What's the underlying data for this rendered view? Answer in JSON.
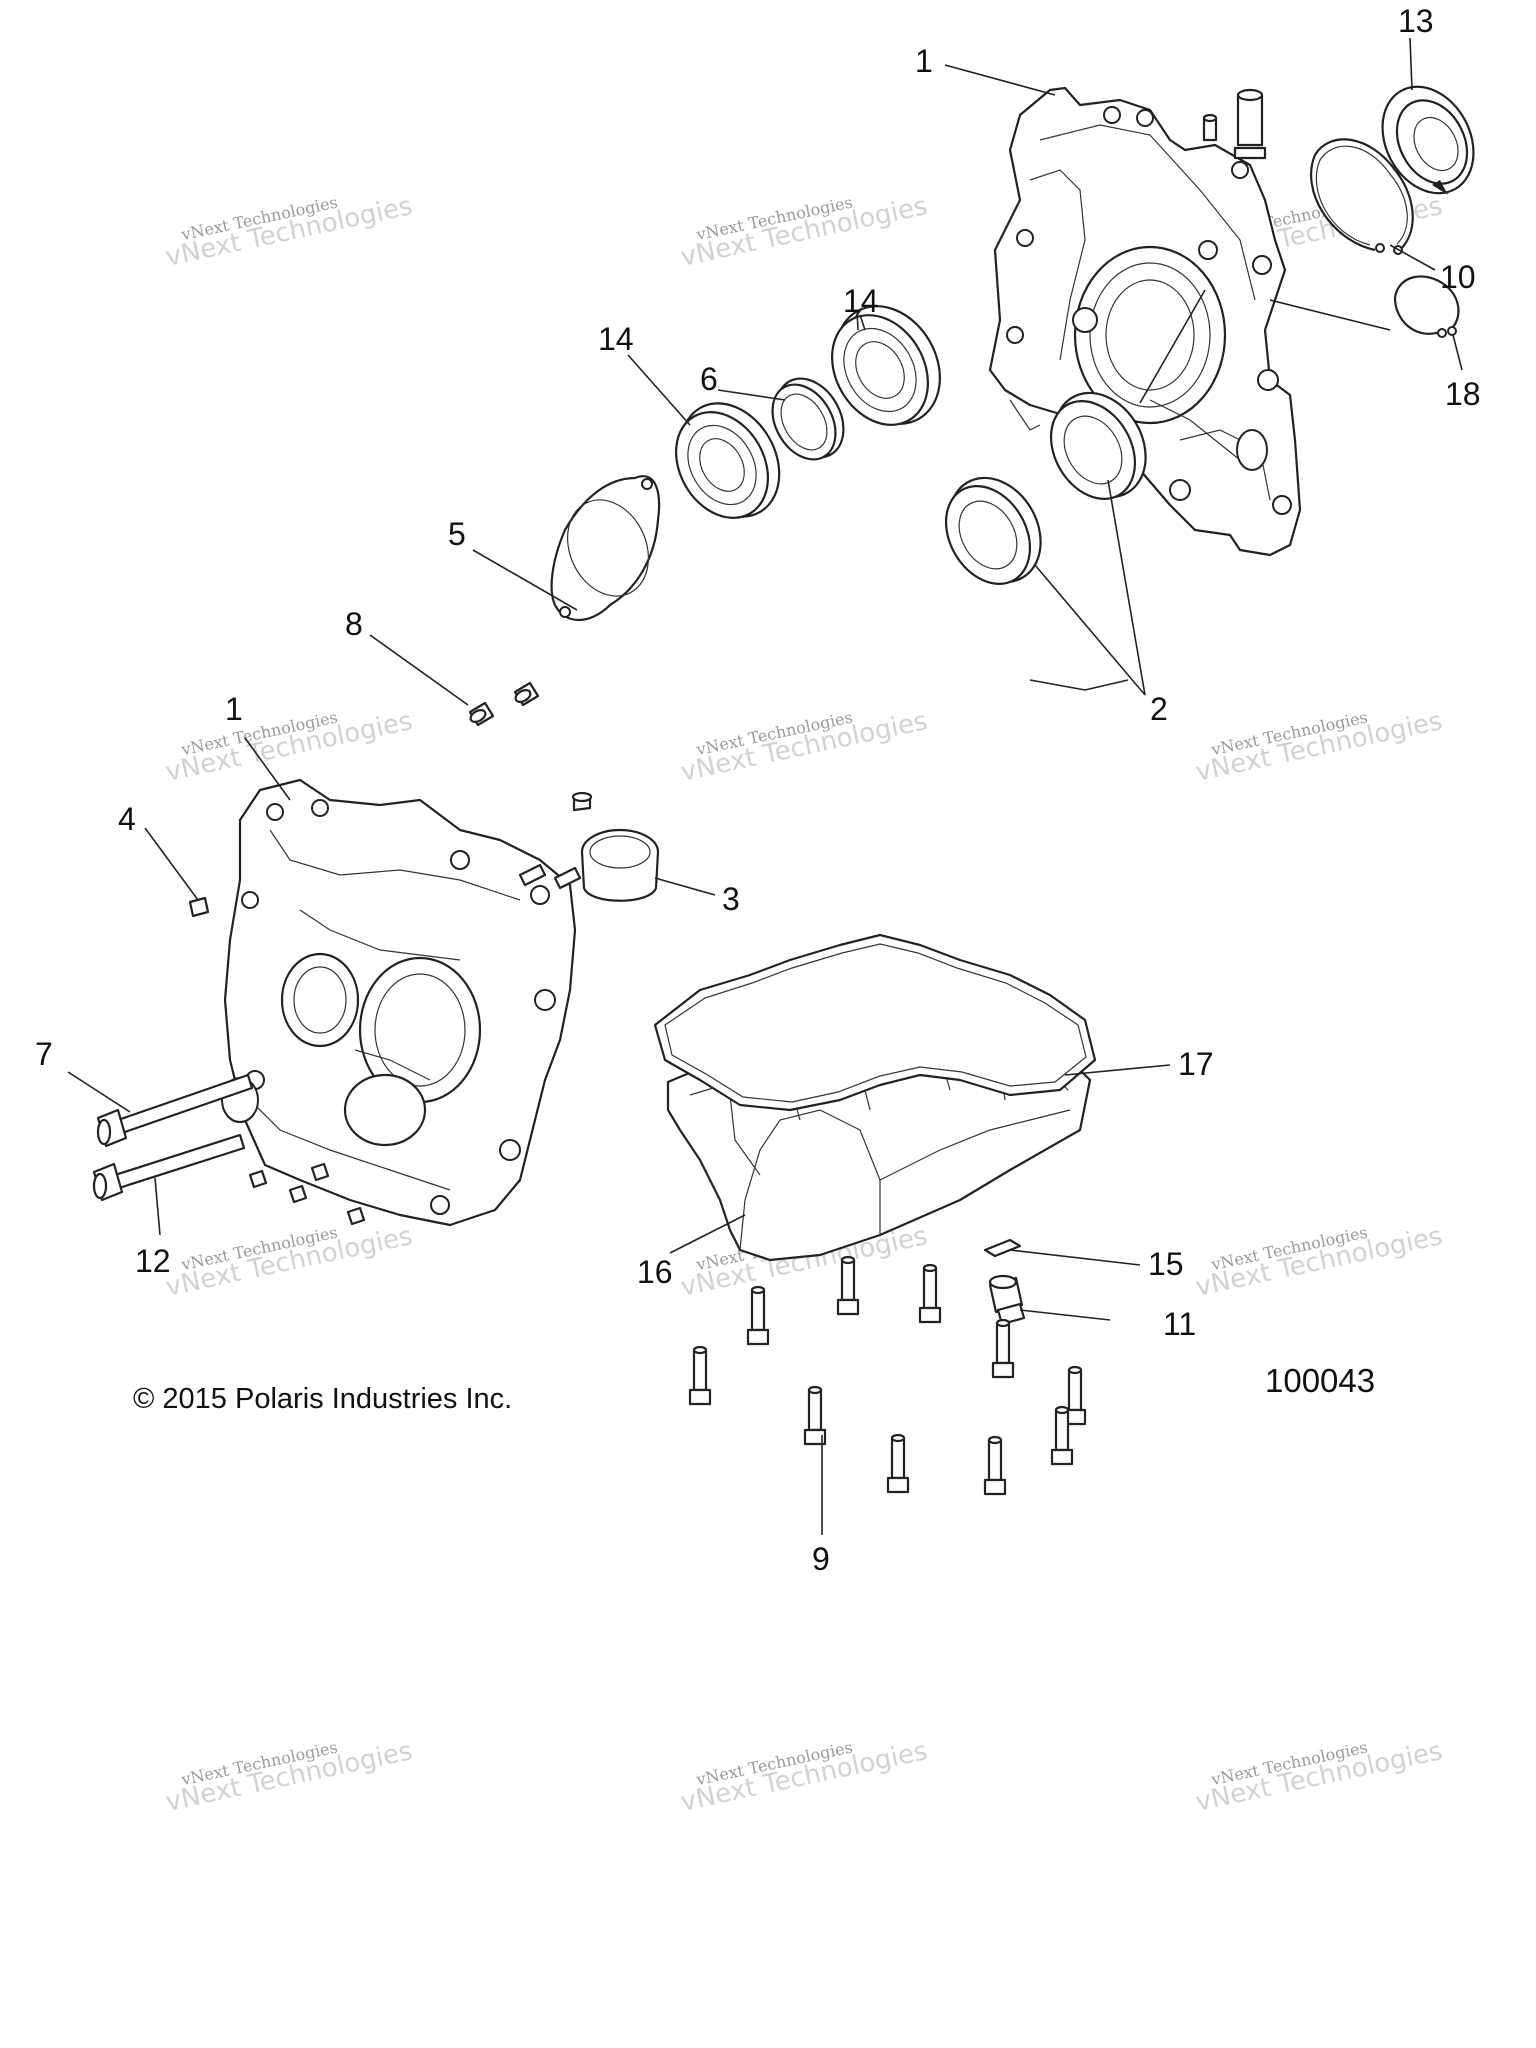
{
  "copyright": "© 2015 Polaris Industries Inc.",
  "figure_number": "100043",
  "watermark": {
    "line1": "vNext Technologies",
    "line2": "vNext Technologies"
  },
  "callouts": {
    "c1_top": "1",
    "c13": "13",
    "c10": "10",
    "c18": "18",
    "c14_top": "14",
    "c6": "6",
    "c14_mid": "14",
    "c5": "5",
    "c8": "8",
    "c2": "2",
    "c1_left": "1",
    "c4": "4",
    "c3": "3",
    "c7": "7",
    "c12": "12",
    "c17": "17",
    "c16": "16",
    "c15": "15",
    "c11": "11",
    "c9": "9"
  }
}
